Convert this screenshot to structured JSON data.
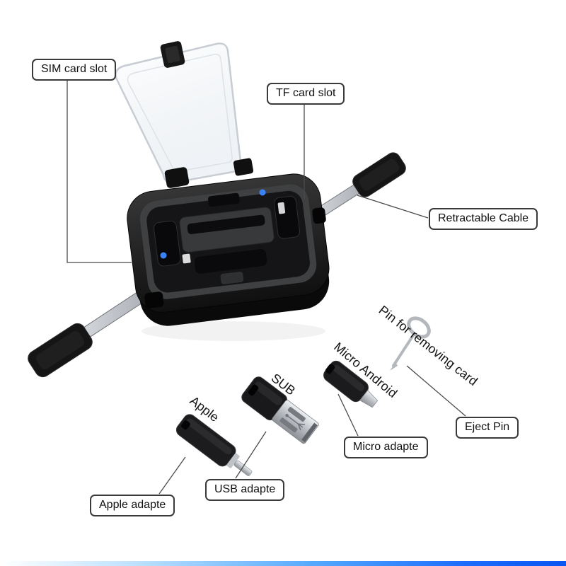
{
  "callouts": {
    "sim_card_slot": "SIM card slot",
    "tf_card_slot": "TF card slot",
    "retractable_cable": "Retractable Cable",
    "eject_pin": "Eject Pin",
    "micro_adapter": "Micro adapte",
    "usb_adapter": "USB adapte",
    "apple_adapter": "Apple adapte"
  },
  "part_labels": {
    "apple": "Apple",
    "usb": "SUB",
    "micro_android": "Micro Android",
    "pin_for_removing_card": "Pin for removing card"
  },
  "colors": {
    "accent_blue": "#0a55f0",
    "dot_blue": "#3b82f6",
    "case_black": "#141414",
    "label_border": "#3a3a3a"
  }
}
